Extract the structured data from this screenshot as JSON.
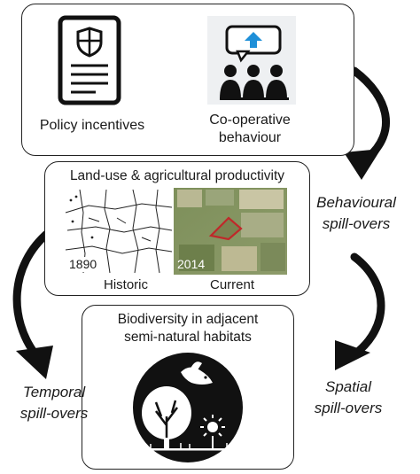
{
  "top_box": {
    "policy_label": "Policy incentives",
    "coop_label_line1": "Co-operative",
    "coop_label_line2": "behaviour"
  },
  "middle_box": {
    "title": "Land-use & agricultural productivity",
    "historic_year": "1890",
    "current_year": "2014",
    "historic_label": "Historic",
    "current_label": "Current"
  },
  "bottom_box": {
    "title_line1": "Biodiversity in adjacent",
    "title_line2": "semi-natural habitats"
  },
  "spillovers": {
    "behavioural_line1": "Behavioural",
    "behavioural_line2": "spill-overs",
    "temporal_line1": "Temporal",
    "temporal_line2": "spill-overs",
    "spatial_line1": "Spatial",
    "spatial_line2": "spill-overs"
  },
  "icons": {
    "policy": "document-shield-icon",
    "cooperation": "people-speech-bubble-icon",
    "biodiversity": "tree-bird-flower-icon"
  },
  "colors": {
    "accent_arrow": "#1e8fd8",
    "outline": "#222222",
    "field_boundary": "#c0282a"
  }
}
